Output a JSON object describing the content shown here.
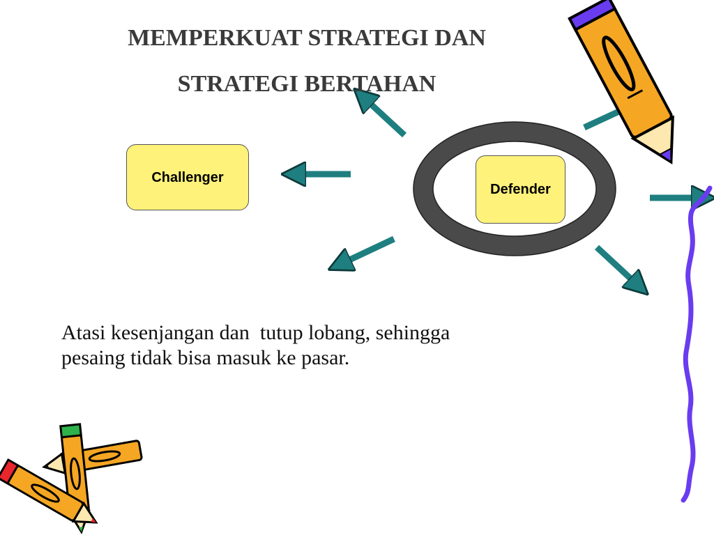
{
  "title": {
    "line1": "MEMPERKUAT STRATEGI DAN",
    "line2": "STRATEGI BERTAHAN"
  },
  "diagram": {
    "challenger_label": "Challenger",
    "defender_label": "Defender"
  },
  "body": {
    "line1": "Atasi kesenjangan dan  tutup lobang, sehingga",
    "line2": "pesaing tidak bisa masuk ke pasar."
  },
  "colors": {
    "box_fill": "#fff27a",
    "arrow": "#1f7f80",
    "ring": "#4a4a4a",
    "pencil_body": "#f5a623",
    "squiggle": "#6a3cf0"
  }
}
